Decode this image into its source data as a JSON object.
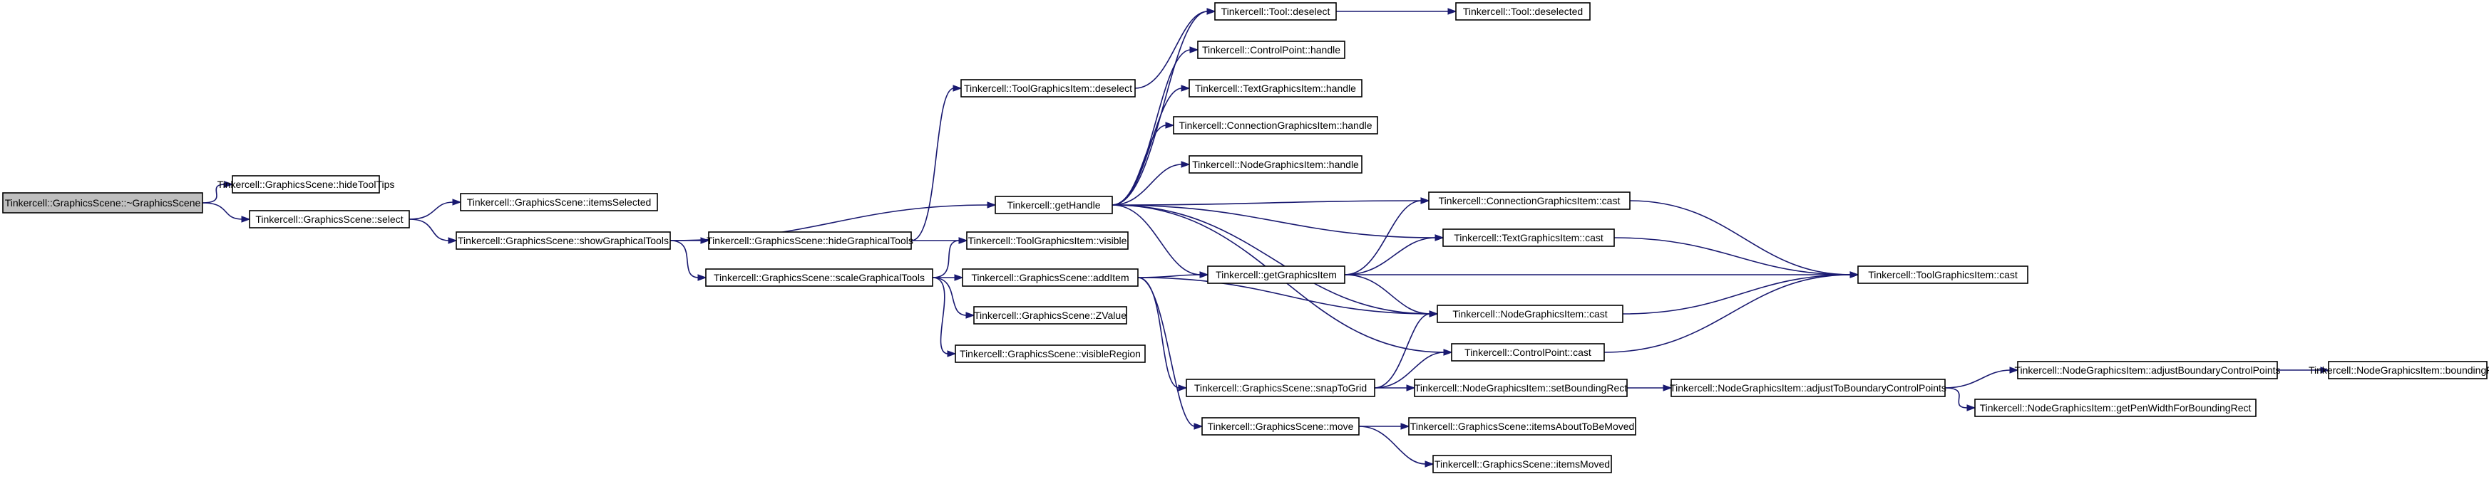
{
  "diagram": {
    "type": "call-graph",
    "colors": {
      "edge": "#191970",
      "node_border": "#000000",
      "node_fill": "#ffffff",
      "root_fill": "#bfbfbf"
    },
    "nodes": [
      {
        "id": "n0",
        "label": "Tinkercell::GraphicsScene::~GraphicsScene"
      },
      {
        "id": "n1",
        "label": "Tinkercell::GraphicsScene::hideToolTips"
      },
      {
        "id": "n2",
        "label": "Tinkercell::GraphicsScene::select"
      },
      {
        "id": "n3",
        "label": "Tinkercell::GraphicsScene::itemsSelected"
      },
      {
        "id": "n4",
        "label": "Tinkercell::GraphicsScene::showGraphicalTools"
      },
      {
        "id": "n5",
        "label": "Tinkercell::getHandle"
      },
      {
        "id": "n6",
        "label": "Tinkercell::ToolGraphicsItem::deselect"
      },
      {
        "id": "n7",
        "label": "Tinkercell::Tool::deselect"
      },
      {
        "id": "n8",
        "label": "Tinkercell::Tool::deselected"
      },
      {
        "id": "n9",
        "label": "Tinkercell::ControlPoint::handle"
      },
      {
        "id": "n10",
        "label": "Tinkercell::TextGraphicsItem::handle"
      },
      {
        "id": "n11",
        "label": "Tinkercell::ConnectionGraphicsItem::handle"
      },
      {
        "id": "n12",
        "label": "Tinkercell::NodeGraphicsItem::handle"
      },
      {
        "id": "n13",
        "label": "Tinkercell::GraphicsScene::hideGraphicalTools"
      },
      {
        "id": "n14",
        "label": "Tinkercell::ToolGraphicsItem::visible"
      },
      {
        "id": "n15",
        "label": "Tinkercell::GraphicsScene::scaleGraphicalTools"
      },
      {
        "id": "n16",
        "label": "Tinkercell::GraphicsScene::addItem"
      },
      {
        "id": "n17",
        "label": "Tinkercell::GraphicsScene::ZValue"
      },
      {
        "id": "n18",
        "label": "Tinkercell::GraphicsScene::visibleRegion"
      },
      {
        "id": "n19",
        "label": "Tinkercell::getGraphicsItem"
      },
      {
        "id": "n20",
        "label": "Tinkercell::ConnectionGraphicsItem::cast"
      },
      {
        "id": "n21",
        "label": "Tinkercell::TextGraphicsItem::cast"
      },
      {
        "id": "n22",
        "label": "Tinkercell::ToolGraphicsItem::cast"
      },
      {
        "id": "n23",
        "label": "Tinkercell::NodeGraphicsItem::cast"
      },
      {
        "id": "n24",
        "label": "Tinkercell::ControlPoint::cast"
      },
      {
        "id": "n25",
        "label": "Tinkercell::GraphicsScene::snapToGrid"
      },
      {
        "id": "n26",
        "label": "Tinkercell::NodeGraphicsItem::setBoundingRect"
      },
      {
        "id": "n27",
        "label": "Tinkercell::NodeGraphicsItem::adjustToBoundaryControlPoints"
      },
      {
        "id": "n28",
        "label": "Tinkercell::NodeGraphicsItem::adjustBoundaryControlPoints"
      },
      {
        "id": "n29",
        "label": "Tinkercell::NodeGraphicsItem::boundingRect"
      },
      {
        "id": "n30",
        "label": "Tinkercell::NodeGraphicsItem::getPenWidthForBoundingRect"
      },
      {
        "id": "n31",
        "label": "Tinkercell::GraphicsScene::move"
      },
      {
        "id": "n32",
        "label": "Tinkercell::GraphicsScene::itemsAboutToBeMoved"
      },
      {
        "id": "n33",
        "label": "Tinkercell::GraphicsScene::itemsMoved"
      }
    ],
    "edges": [
      {
        "from": "n0",
        "to": "n1"
      },
      {
        "from": "n0",
        "to": "n2"
      },
      {
        "from": "n2",
        "to": "n3"
      },
      {
        "from": "n2",
        "to": "n4"
      },
      {
        "from": "n4",
        "to": "n5"
      },
      {
        "from": "n4",
        "to": "n13"
      },
      {
        "from": "n4",
        "to": "n15"
      },
      {
        "from": "n13",
        "to": "n6"
      },
      {
        "from": "n13",
        "to": "n14"
      },
      {
        "from": "n6",
        "to": "n7"
      },
      {
        "from": "n7",
        "to": "n8"
      },
      {
        "from": "n5",
        "to": "n7"
      },
      {
        "from": "n5",
        "to": "n9"
      },
      {
        "from": "n5",
        "to": "n10"
      },
      {
        "from": "n5",
        "to": "n11"
      },
      {
        "from": "n5",
        "to": "n12"
      },
      {
        "from": "n5",
        "to": "n20"
      },
      {
        "from": "n5",
        "to": "n21"
      },
      {
        "from": "n5",
        "to": "n19"
      },
      {
        "from": "n5",
        "to": "n23"
      },
      {
        "from": "n5",
        "to": "n24"
      },
      {
        "from": "n15",
        "to": "n14"
      },
      {
        "from": "n15",
        "to": "n16"
      },
      {
        "from": "n15",
        "to": "n17"
      },
      {
        "from": "n15",
        "to": "n18"
      },
      {
        "from": "n16",
        "to": "n19"
      },
      {
        "from": "n16",
        "to": "n23"
      },
      {
        "from": "n16",
        "to": "n25"
      },
      {
        "from": "n16",
        "to": "n31"
      },
      {
        "from": "n19",
        "to": "n20"
      },
      {
        "from": "n19",
        "to": "n21"
      },
      {
        "from": "n19",
        "to": "n22"
      },
      {
        "from": "n19",
        "to": "n23"
      },
      {
        "from": "n20",
        "to": "n22"
      },
      {
        "from": "n21",
        "to": "n22"
      },
      {
        "from": "n23",
        "to": "n22"
      },
      {
        "from": "n24",
        "to": "n22"
      },
      {
        "from": "n25",
        "to": "n23"
      },
      {
        "from": "n25",
        "to": "n24"
      },
      {
        "from": "n25",
        "to": "n26"
      },
      {
        "from": "n26",
        "to": "n27"
      },
      {
        "from": "n27",
        "to": "n28"
      },
      {
        "from": "n27",
        "to": "n30"
      },
      {
        "from": "n28",
        "to": "n29"
      },
      {
        "from": "n31",
        "to": "n32"
      },
      {
        "from": "n31",
        "to": "n33"
      }
    ]
  }
}
